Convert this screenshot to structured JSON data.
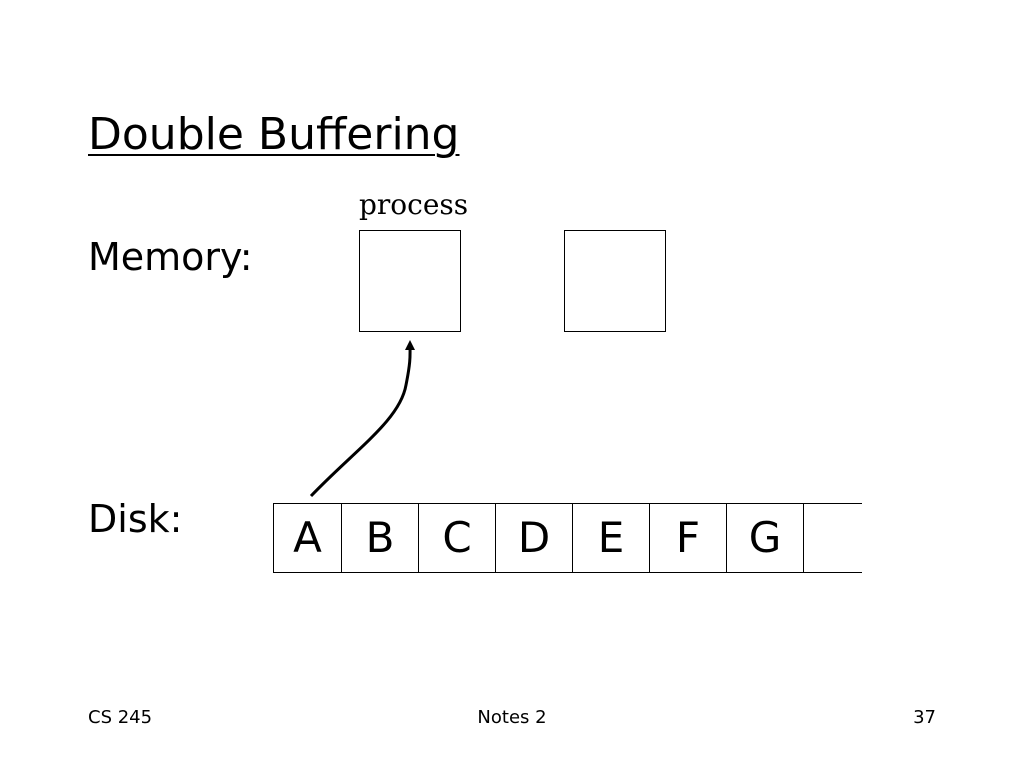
{
  "slide": {
    "title": "Double Buffering",
    "memory_label": "Memory:",
    "disk_label": "Disk:",
    "process_label": "process",
    "disk_blocks": [
      "A",
      "B",
      "C",
      "D",
      "E",
      "F",
      "G",
      ""
    ]
  },
  "footer": {
    "left": "CS 245",
    "center": "Notes 2",
    "right": "37"
  }
}
